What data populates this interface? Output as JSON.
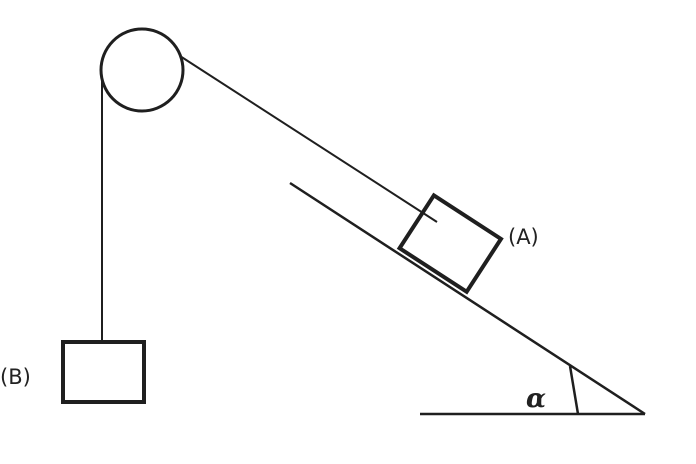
{
  "diagram": {
    "labels": {
      "block_a": "(A)",
      "block_b": "(B)",
      "angle": "α"
    },
    "colors": {
      "ink": "#1f1f1f",
      "background": "#ffffff"
    }
  }
}
